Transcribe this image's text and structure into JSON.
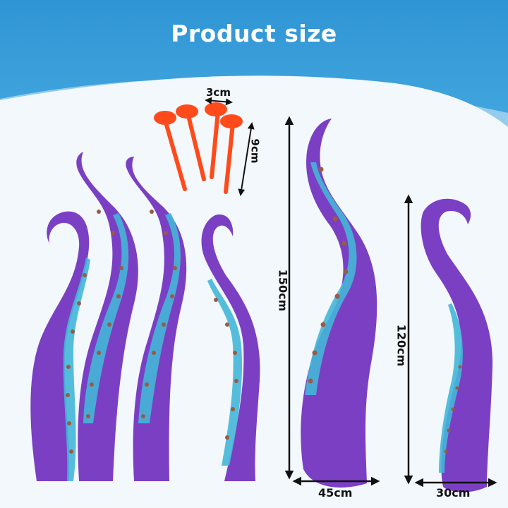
{
  "header": {
    "title": "Product size",
    "background_color": "#3a9fd8"
  },
  "stakes": {
    "count": 4,
    "color": "#ff4a1c",
    "width_label": "3cm",
    "length_label": "9cm"
  },
  "tentacles": {
    "group_count": 4,
    "body_color": "#7b3fc4",
    "sucker_band_color": "#44b6d8",
    "sucker_color": "#9a5a45"
  },
  "large_tentacle": {
    "height_label": "150cm",
    "width_label": "45cm"
  },
  "small_tentacle": {
    "height_label": "120cm",
    "width_label": "30cm"
  }
}
